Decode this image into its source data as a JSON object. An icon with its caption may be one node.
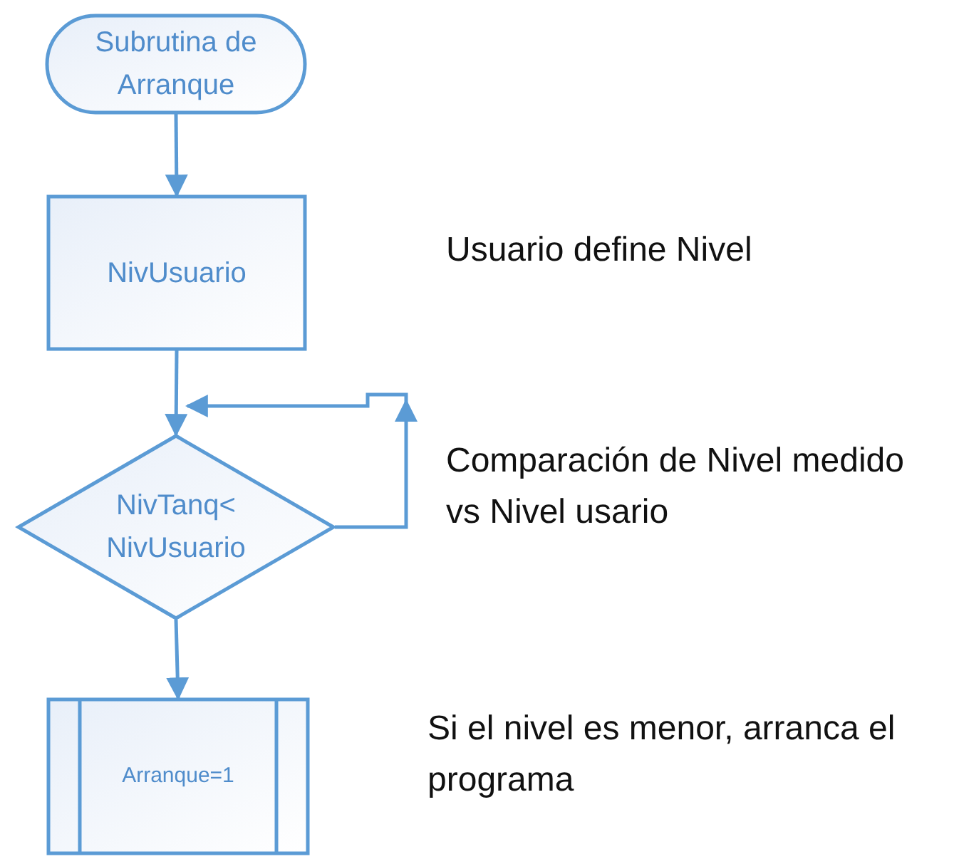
{
  "diagram": {
    "nodes": [
      {
        "text": [
          "Subrutina de Arranque"
        ]
      },
      {
        "text": [
          "NivUsuario"
        ]
      },
      {
        "text": [
          "NivTanq< NivUsuario"
        ]
      },
      {
        "text": [
          "Arranque=1"
        ]
      }
    ],
    "labels": [
      "Usuario define Nivel",
      "Comparación de Nivel medido vs Nivel usario",
      "Si el nivel es menor, arranca el programa"
    ],
    "edges": [
      {
        "from": 0,
        "to": 1,
        "arrow": "to"
      },
      {
        "from": 1,
        "to": 2,
        "arrow": "to"
      },
      {
        "from": 2,
        "to": 3,
        "arrow": "to"
      },
      {
        "from": 2,
        "to": 2,
        "arrow": "to"
      }
    ]
  }
}
